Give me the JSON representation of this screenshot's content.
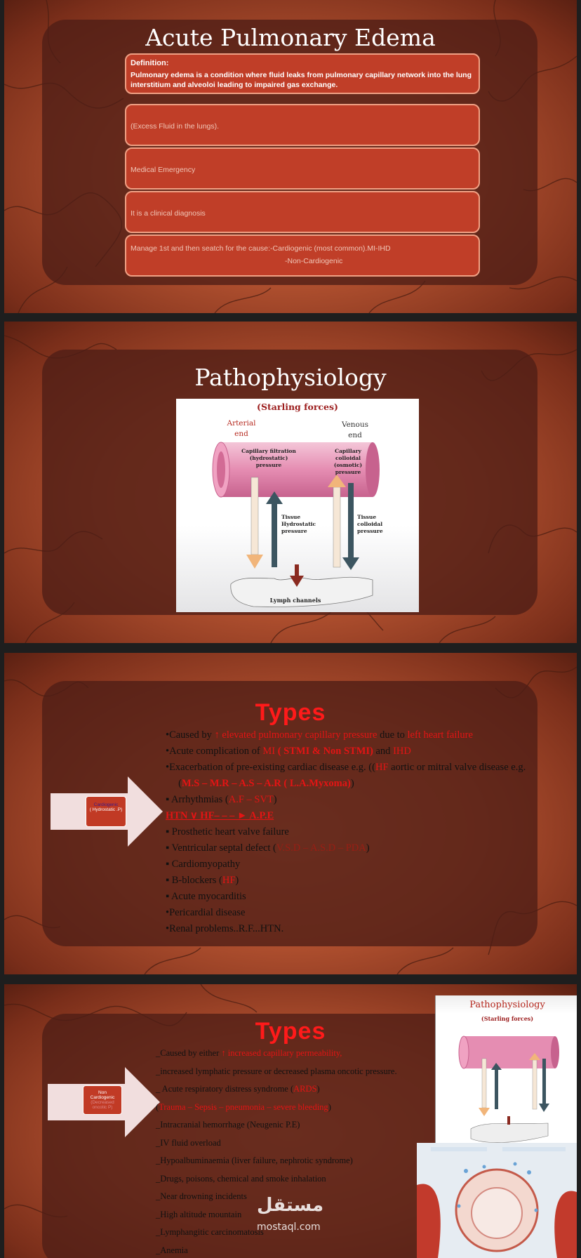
{
  "slide1": {
    "title": "Acute Pulmonary Edema",
    "definition_title": "Definition:",
    "definition_text": "Pulmonary edema is a condition where fluid leaks from pulmonary capillary network into the lung interstitium and alveoloi leading to impaired gas exchange.",
    "boxes": [
      "(Excess Fluid in the lungs).",
      "Medical Emergency",
      "It is a clinical diagnosis",
      "Manage 1st and then seatch for the cause:-Cardiogenic (most common).MI-IHD"
    ],
    "box4_line2": "-Non-Cardiogenic"
  },
  "slide2": {
    "title": "Pathophysiology",
    "diagram": {
      "heading": "(Starling forces)",
      "arterial_end": "Arterial end",
      "venous_end": "Venous end",
      "capillary_filtration": "Capillary filtration (hydrostatic) pressure",
      "capillary_colloidal": "Capillary colloidal (osmotic) pressure",
      "tissue_hydrostatic": "Tissue Hydrostatic pressure",
      "tissue_colloidal": "Tissue colloidal pressure",
      "lymph": "Lymph channels"
    }
  },
  "slide3": {
    "title": "Types",
    "label_line1": "Cardiogenic",
    "label_line2": "( Hydrostatic .P)",
    "items": [
      {
        "pre": "•Caused by ",
        "red": "↑ elevated pulmonary capillary pressure",
        "mid": " due to ",
        "red2": "left heart failure"
      },
      {
        "pre": "•Acute complication of ",
        "red": "MI",
        "mid": " ( STMI & Non STMI)",
        "mid2": " and ",
        "red2": "IHD"
      },
      {
        "pre": "•Exacerbation of pre-existing cardiac disease e.g. ((",
        "red": "HF",
        "mid": " aortic or mitral valve disease e.g."
      },
      {
        "pre": "     (",
        "red": "M.S – M.R – A.S – A.R ( L.A.Myxoma)",
        "mid": ")"
      },
      {
        "pre": "▪ Arrhythmias (",
        "red": "A.F – SVT",
        "mid": ")"
      },
      {
        "pre": "",
        "red": "HTN ∨ HF– – – ► A.P.E",
        "mid": ""
      },
      {
        "pre": "▪ Prosthetic heart valve failure",
        "red": "",
        "mid": ""
      },
      {
        "pre": "▪ Ventricular septal defect (",
        "red": "V.S.D – A.S.D – PDA",
        "mid": ")"
      },
      {
        "pre": "▪ Cardiomyopathy",
        "red": "",
        "mid": ""
      },
      {
        "pre": "▪ B-blockers (",
        "red": "HF",
        "mid": ")"
      },
      {
        "pre": "▪ Acute myocarditis",
        "red": "",
        "mid": ""
      },
      {
        "pre": "•Pericardial disease",
        "red": "",
        "mid": ""
      },
      {
        "pre": "•Renal problems..R.F...HTN.",
        "red": "",
        "mid": ""
      }
    ]
  },
  "slide4": {
    "title": "Types",
    "label_line1": "Non",
    "label_line2": "Cardiogenic",
    "label_line3": "(Decreased oncotic P)",
    "items": [
      {
        "pre": "_Caused by either ",
        "red": "↑ increased capillary permeability,"
      },
      {
        "pre": "_increased lymphatic pressure or decreased plasma oncotic pressure.",
        "red": ""
      },
      {
        "pre": "_ Acute respiratory distress syndrome (",
        "red": "ARDS",
        "post": ")"
      },
      {
        "pre": "(",
        "red": "Trauma – Sepsis – pneumonia – severe bleeding",
        "post": ")"
      },
      {
        "pre": "_Intracranial hemorrhage (Neugenic P.E)",
        "red": ""
      },
      {
        "pre": "_IV fluid overload",
        "red": ""
      },
      {
        "pre": "_Hypoalbuminaemia (liver failure, nephrotic syndrome)",
        "red": ""
      },
      {
        "pre": "_Drugs, poisons, chemical and smoke inhalation",
        "red": ""
      },
      {
        "pre": "_Near drowning incidents",
        "red": ""
      },
      {
        "pre": "_High altitude mountain ",
        "red": ""
      },
      {
        "pre": "_Lymphangitic carcinomatosis",
        "red": ""
      },
      {
        "pre": "_Anemia",
        "red": ""
      }
    ],
    "inset_title": "Pathophysiology",
    "inset_sub": "(Starling forces)"
  },
  "watermark": {
    "arabic": "مستقل",
    "latin": "mostaql.com"
  },
  "colors": {
    "slide_bg": "#b0502f",
    "panel": "#4e1e16",
    "red_box": "#c03e28",
    "types_red": "#ff1a1a"
  }
}
